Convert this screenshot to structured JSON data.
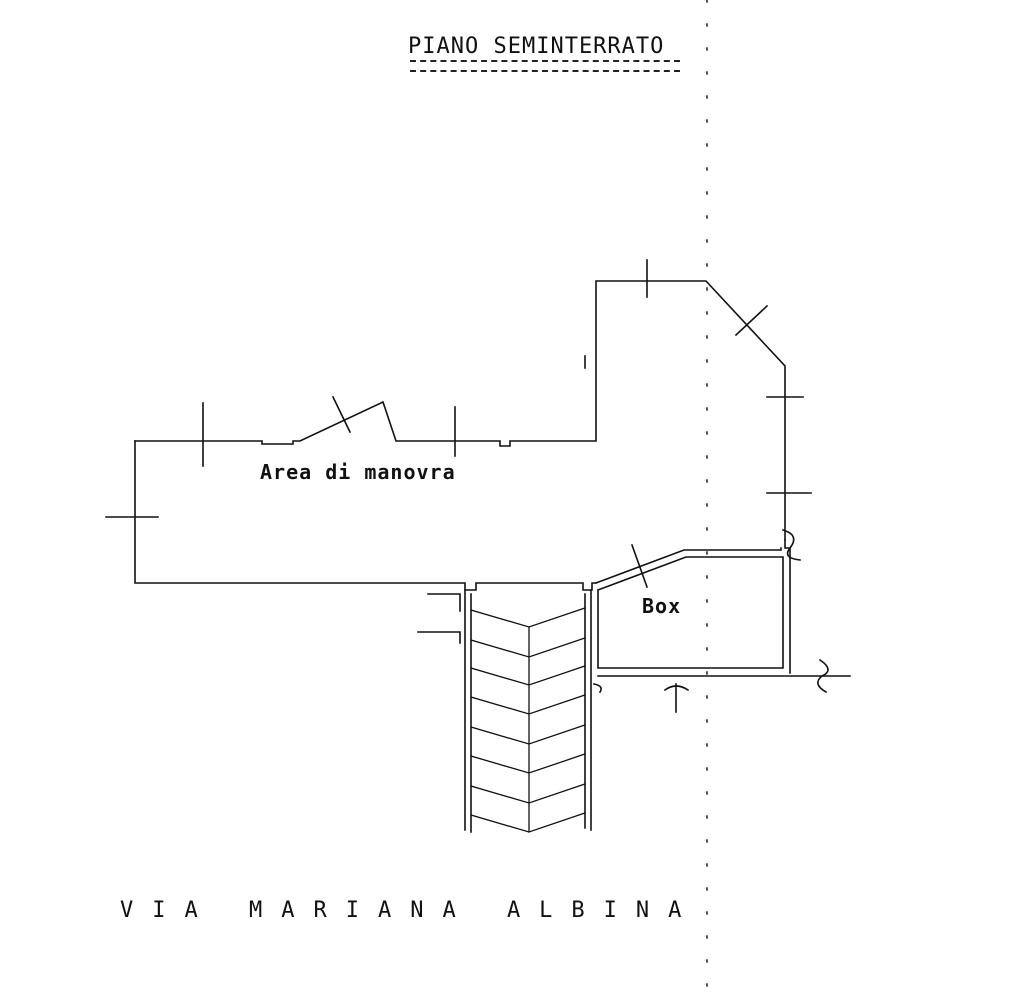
{
  "drawing": {
    "title": "PIANO SEMINTERRATO",
    "rooms": {
      "maneuver_area": "Area di manovra",
      "garage": "Box"
    },
    "street": "VIA MARIANA ALBINA"
  },
  "colors": {
    "ink": "#111111",
    "paper": "#ffffff"
  }
}
